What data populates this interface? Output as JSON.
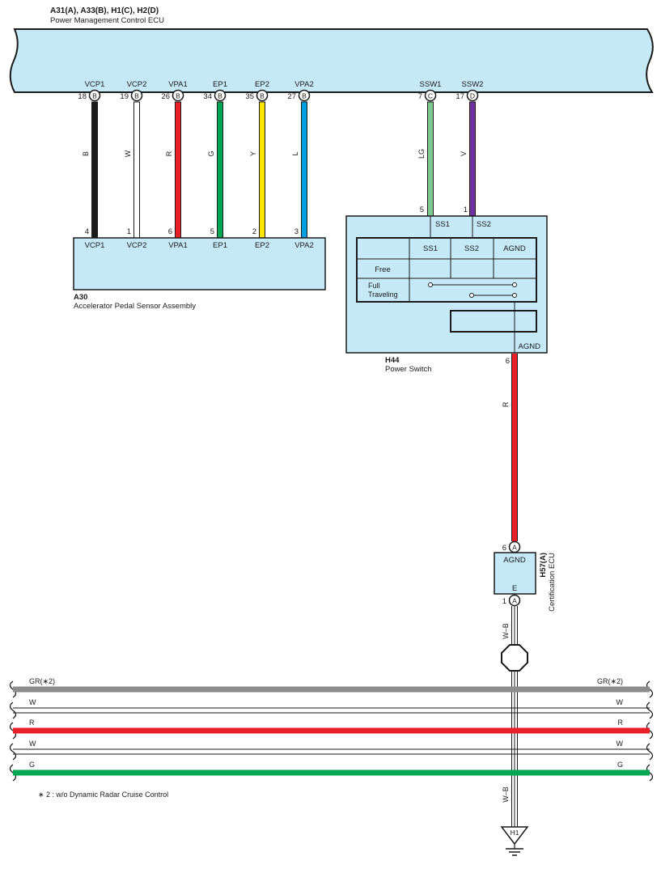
{
  "ecu": {
    "code": "A31(A), A33(B), H1(C), H2(D)",
    "name": "Power Management Control ECU"
  },
  "ecu_pins": [
    {
      "num": "18",
      "conn": "B",
      "label": "VCP1",
      "color": "#1c1c1c",
      "wire": "B"
    },
    {
      "num": "19",
      "conn": "B",
      "label": "VCP2",
      "color": "#ffffff",
      "wire": "W"
    },
    {
      "num": "26",
      "conn": "B",
      "label": "VPA1",
      "color": "#e8202a",
      "wire": "R"
    },
    {
      "num": "34",
      "conn": "B",
      "label": "EP1",
      "color": "#00a650",
      "wire": "G"
    },
    {
      "num": "35",
      "conn": "B",
      "label": "EP2",
      "color": "#ffe500",
      "wire": "Y"
    },
    {
      "num": "27",
      "conn": "B",
      "label": "VPA2",
      "color": "#00a0e0",
      "wire": "L"
    },
    {
      "num": "7",
      "conn": "C",
      "label": "SSW1",
      "color": "#7dc98f",
      "wire": "LG"
    },
    {
      "num": "17",
      "conn": "D",
      "label": "SSW2",
      "color": "#7030a0",
      "wire": "V"
    }
  ],
  "sensor": {
    "code": "A30",
    "name": "Accelerator Pedal Sensor Assembly",
    "pins": [
      {
        "num": "4",
        "label": "VCP1"
      },
      {
        "num": "1",
        "label": "VCP2"
      },
      {
        "num": "6",
        "label": "VPA1"
      },
      {
        "num": "5",
        "label": "EP1"
      },
      {
        "num": "2",
        "label": "EP2"
      },
      {
        "num": "3",
        "label": "VPA2"
      }
    ]
  },
  "switch": {
    "code": "H44",
    "name": "Power Switch",
    "pin_ss1": "5",
    "pin_ss2": "1",
    "label_ss1": "SS1",
    "label_ss2": "SS2",
    "table_headers": [
      "SS1",
      "SS2",
      "AGND"
    ],
    "row_free": "Free",
    "row_full_1": "Full",
    "row_full_2": "Traveling",
    "agnd_label": "AGND",
    "agnd_pin": "6"
  },
  "agnd_wire": "R",
  "cert": {
    "code": "H57(A)",
    "name": "Certification ECU",
    "top_pin": "6",
    "top_conn": "A",
    "top_label": "AGND",
    "bot_pin": "1",
    "bot_conn": "A",
    "bot_label": "E"
  },
  "ground_wire": "W–B",
  "ground_label": "H1",
  "bus": [
    {
      "label": "GR(∗2)",
      "color": "#8c8c8c"
    },
    {
      "label": "W",
      "color": "#ffffff"
    },
    {
      "label": "R",
      "color": "#e8202a"
    },
    {
      "label": "W",
      "color": "#ffffff"
    },
    {
      "label": "G",
      "color": "#00a650"
    }
  ],
  "footnote": "∗ 2 : w/o Dynamic Radar Cruise Control"
}
